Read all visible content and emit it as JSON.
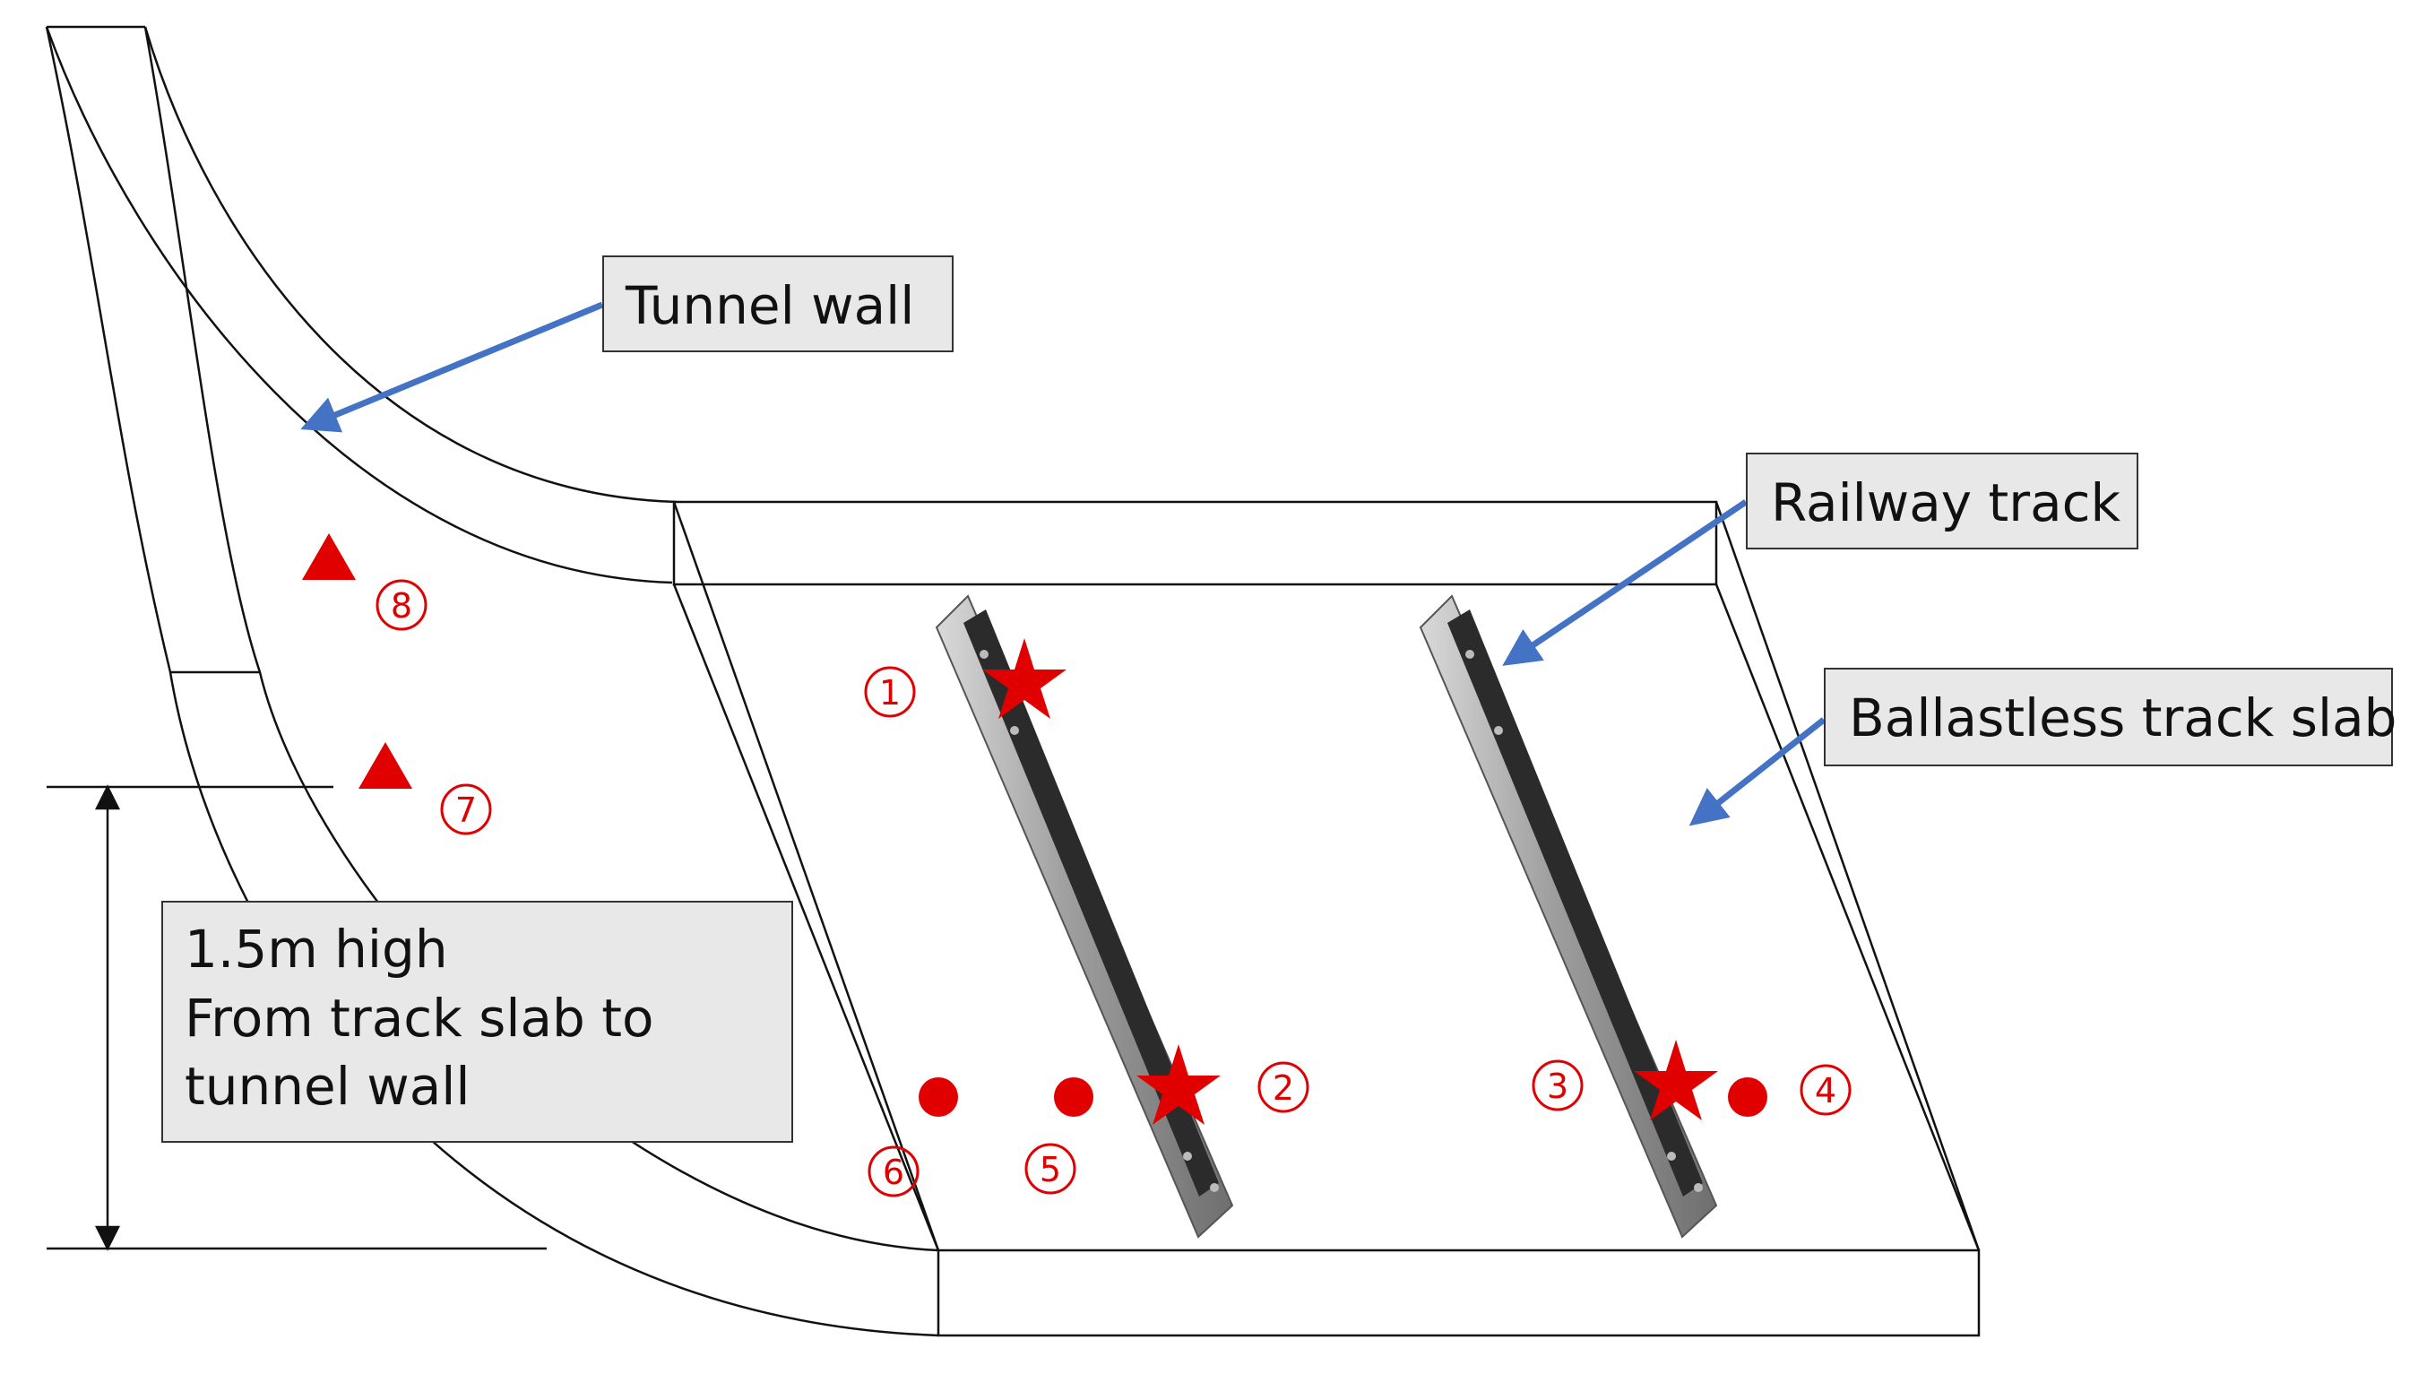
{
  "labels": {
    "tunnel_wall": "Tunnel wall",
    "railway_track": "Railway track",
    "ballastless_slab": "Ballastless track slab",
    "height_note": [
      "1.5m high",
      "From track slab to",
      "tunnel wall"
    ]
  },
  "sensors": [
    {
      "id": "1",
      "shape": "star"
    },
    {
      "id": "2",
      "shape": "star"
    },
    {
      "id": "3",
      "shape": "star"
    },
    {
      "id": "4",
      "shape": "circle"
    },
    {
      "id": "5",
      "shape": "circle"
    },
    {
      "id": "6",
      "shape": "circle"
    },
    {
      "id": "7",
      "shape": "triangle"
    },
    {
      "id": "8",
      "shape": "triangle"
    }
  ],
  "colors": {
    "marker": "#e00000",
    "arrow": "#4472c4",
    "line": "#111111",
    "callout_bg": "#e8e8e8",
    "rail_light": "#b8b8b8",
    "rail_dark": "#2b2b2b"
  }
}
